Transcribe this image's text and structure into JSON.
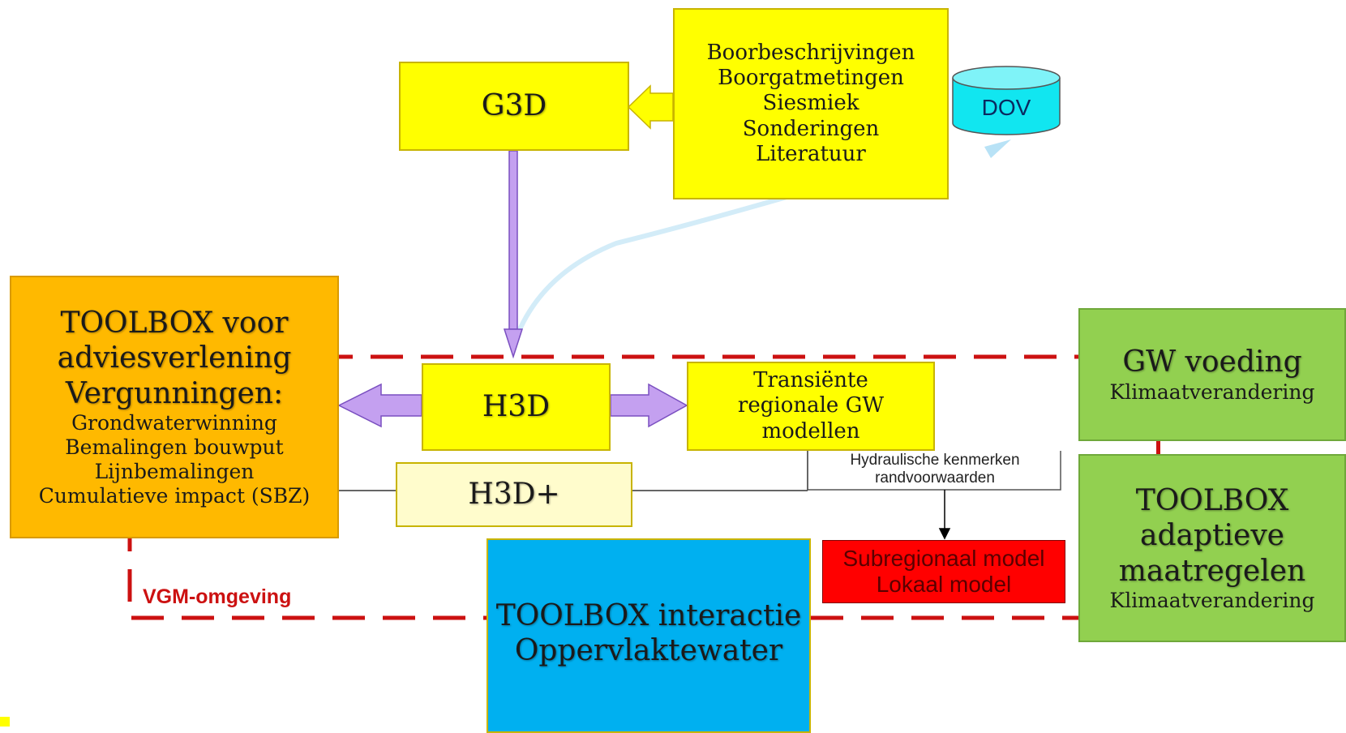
{
  "colors": {
    "yellow": "#ffff00",
    "orange": "#ffb900",
    "green": "#92d050",
    "blue": "#00b0f0",
    "red": "#ff0000",
    "dashed_border": "#cc1111",
    "cyan_db": "#11e6f0",
    "arrow_purple": "#c4a0f0"
  },
  "nodes": {
    "g3d": "G3D",
    "h3d": "H3D",
    "h3d_plus": "H3D+",
    "dov": "DOV",
    "sources": [
      "Boorbeschrijvingen",
      "Boorgatmetingen",
      "Siesmiek",
      "Sonderingen",
      "Literatuur"
    ],
    "toolbox_advies": {
      "title_lines": [
        "TOOLBOX voor",
        "adviesverlening",
        "Vergunningen:"
      ],
      "items": [
        "Grondwaterwinning",
        "Bemalingen bouwput",
        "Lijnbemalingen",
        "Cumulatieve impact (SBZ)"
      ]
    },
    "transient": [
      "Transiënte",
      "regionale GW",
      "modellen"
    ],
    "hydraulic": [
      "Hydraulische kenmerken",
      "randvoorwaarden"
    ],
    "subregional": [
      "Subregionaal model",
      "Lokaal model"
    ],
    "gw_voeding": {
      "title": "GW voeding",
      "subtitle": "Klimaatverandering"
    },
    "toolbox_adaptief": {
      "title_lines": [
        "TOOLBOX",
        "adaptieve",
        "maatregelen"
      ],
      "subtitle": "Klimaatverandering"
    },
    "toolbox_interactie": [
      "TOOLBOX interactie",
      "Oppervlaktewater"
    ],
    "vgm_label": "VGM-omgeving"
  }
}
